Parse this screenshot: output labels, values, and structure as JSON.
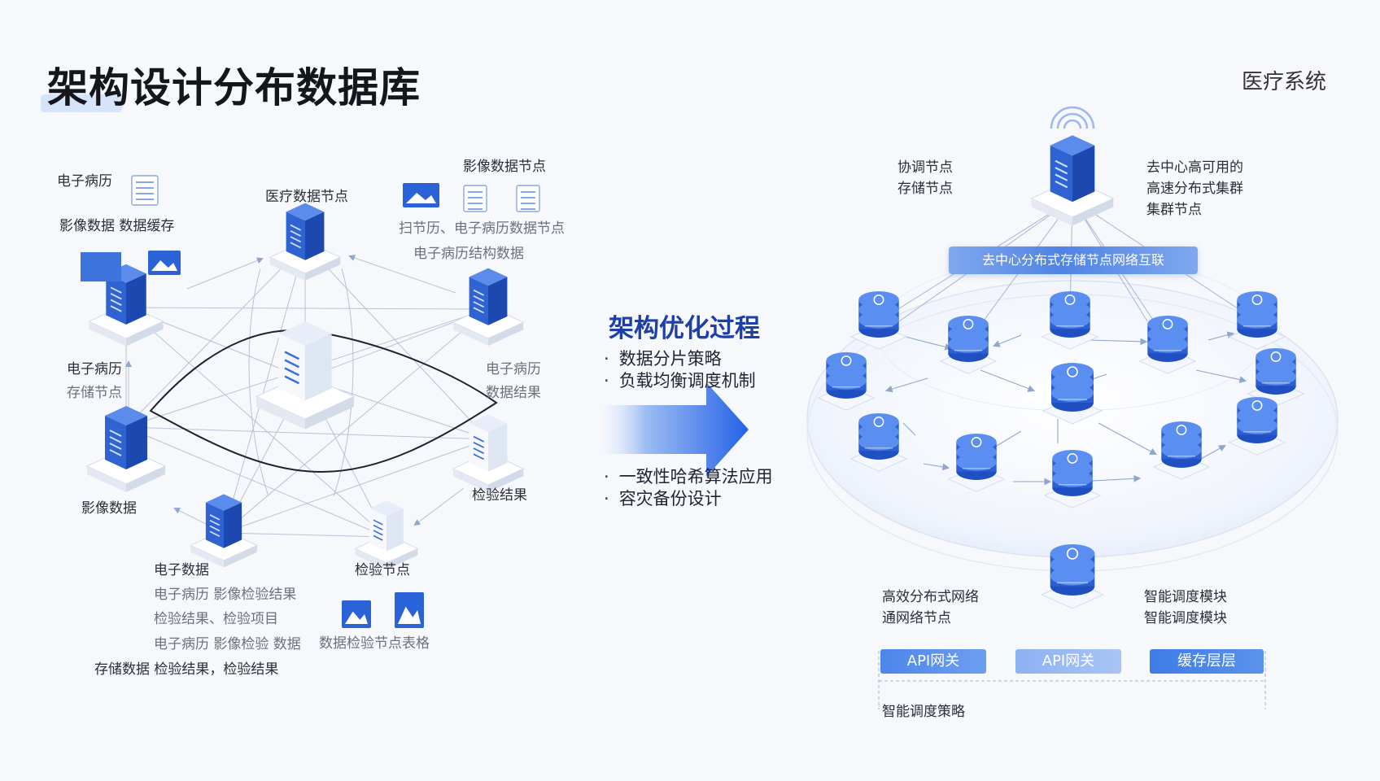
{
  "title": "架构设计分布数据库",
  "brand": "医疗系统",
  "left": {
    "labels": {
      "emr_top": "电子病历",
      "imaging_line": "影像数据 数据缓存",
      "medical_node": "医疗数据节点",
      "imaging_node_top": "影像数据节点",
      "line1": "扫节历、电子病历数据节点",
      "line2": "电子病历结构数据",
      "emr_left_1": "电子病历",
      "emr_left_2": "存储节点",
      "right_1": "电子病历",
      "right_2": "数据结果",
      "imaging_bottom": "影像数据",
      "lab_result": "检验结果",
      "emr_data": "电子数据",
      "lab_node": "检验节点",
      "bl1": "电子病历 影像检验结果",
      "bl2": "检验结果、检验项目",
      "bl3": "电子病历 影像检验 数据",
      "bl4": "存储数据 检验结果，检验结果",
      "br1": "数据检验节点表格"
    }
  },
  "middle": {
    "title": "架构优化过程",
    "bullets_top": [
      "数据分片策略",
      "负载均衡调度机制"
    ],
    "bullets_bottom": [
      "一致性哈希算法应用",
      "容灾备份设计"
    ]
  },
  "right": {
    "coord_1": "协调节点",
    "coord_2": "存储节点",
    "decent_1": "去中心高可用的",
    "decent_2": "高速分布式集群",
    "decent_3": "集群节点",
    "banner": "去中心分布式存储节点网络互联",
    "hs_1": "高效分布式网络",
    "hs_2": "通网络节点",
    "smart_1": "智能调度模块",
    "smart_2": "智能调度模块",
    "pills": [
      "API网关",
      "API网关",
      "缓存层层"
    ],
    "footer": "智能调度策略"
  },
  "colors": {
    "accent": "#2f6fe0",
    "dark_accent": "#1d3fa8",
    "node_blue": "#3a73dc",
    "pill_blue": "#3d7de6"
  },
  "icons": [
    "document-icon",
    "image-icon",
    "server-icon",
    "database-icon",
    "arrow-right-icon",
    "wifi-icon"
  ]
}
